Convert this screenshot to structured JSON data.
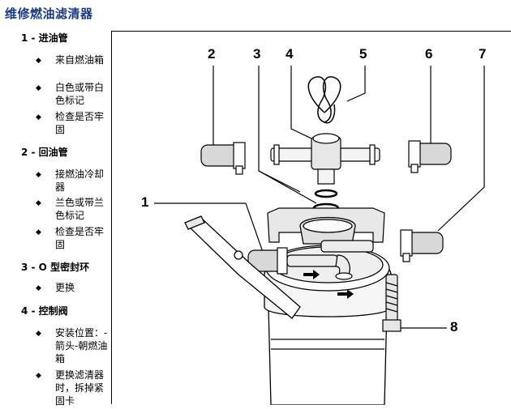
{
  "page": {
    "title": "维修燃油滤清器"
  },
  "sections": [
    {
      "heading": "1 - 进油管",
      "items": [
        "来自燃油箱",
        "白色或带白色标记",
        "检查是否牢固"
      ]
    },
    {
      "heading": "2 - 回油管",
      "items": [
        "接燃油冷却器",
        "兰色或带兰色标记",
        "检查是否牢固"
      ]
    },
    {
      "heading": "3 - O 型密封环",
      "items": [
        "更换"
      ]
    },
    {
      "heading": "4 - 控制阀",
      "items": [
        "安装位置：-箭头-朝燃油箱",
        "更换滤清器时，拆掉紧固卡"
      ]
    }
  ],
  "figure": {
    "callouts": [
      "1",
      "2",
      "3",
      "4",
      "5",
      "6",
      "7",
      "8"
    ],
    "bullet_glyph": "◆"
  }
}
